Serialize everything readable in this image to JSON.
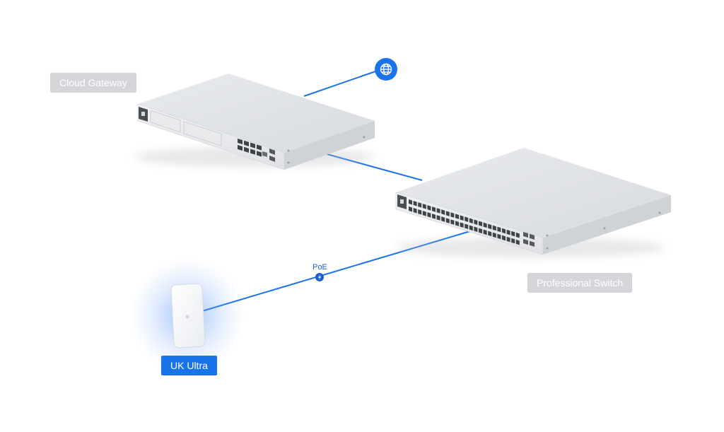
{
  "nodes": {
    "cloud_gateway": {
      "label": "Cloud Gateway"
    },
    "professional_switch": {
      "label": "Professional Switch"
    },
    "access_point": {
      "label": "UK Ultra"
    },
    "internet": {
      "icon": "globe-icon"
    }
  },
  "links": {
    "poe": {
      "label": "PoE",
      "icon": "lightning-bolt-icon"
    }
  },
  "colors": {
    "link": "#1a73e8",
    "label_gray": "#d4d6da",
    "label_blue": "#1a73e8",
    "device_body": "#e3e5e8"
  }
}
